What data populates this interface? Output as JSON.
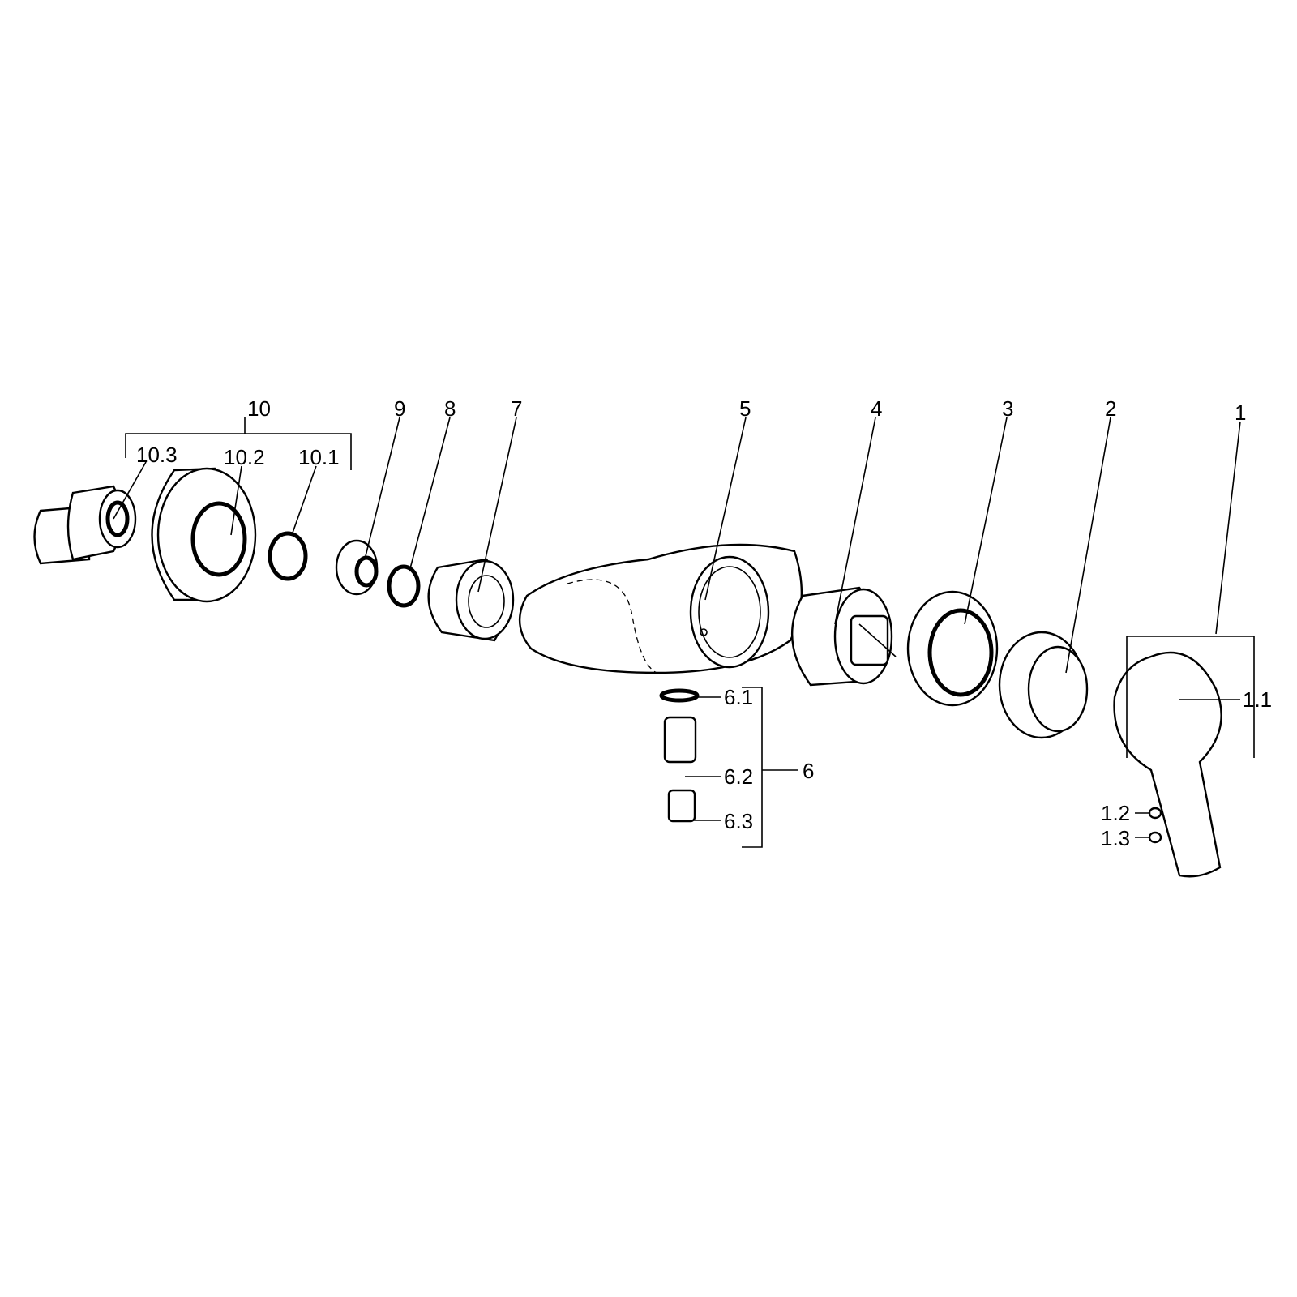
{
  "diagram": {
    "type": "exploded-parts-view",
    "labels": {
      "p10": "10",
      "p10_3": "10.3",
      "p10_2": "10.2",
      "p10_1": "10.1",
      "p9": "9",
      "p8": "8",
      "p7": "7",
      "p5": "5",
      "p4": "4",
      "p3": "3",
      "p2": "2",
      "p1": "1",
      "p1_1": "1.1",
      "p1_2": "1.2",
      "p1_3": "1.3",
      "p6": "6",
      "p6_1": "6.1",
      "p6_2": "6.2",
      "p6_3": "6.3"
    }
  }
}
